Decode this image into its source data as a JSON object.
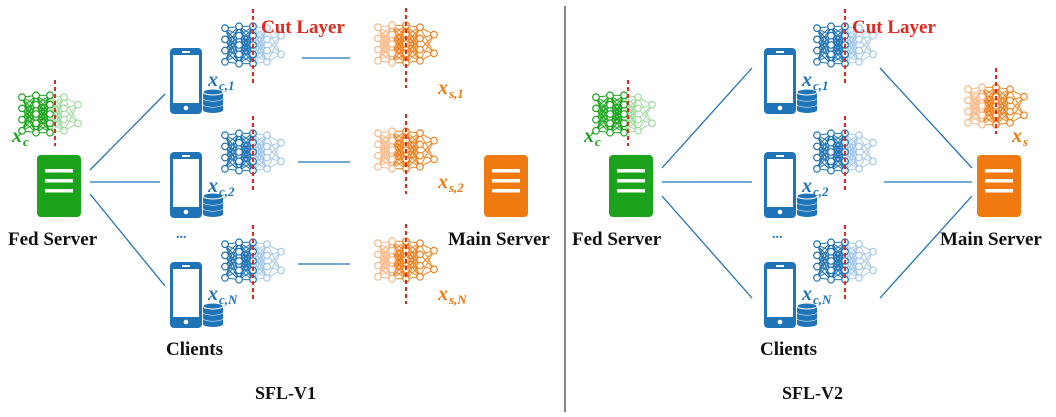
{
  "colors": {
    "client_blue": "#1f73b7",
    "client_blue_light": "#9fc4e6",
    "fed_green": "#1ba31b",
    "fed_green_light": "#9ad89a",
    "server_orange": "#f07a10",
    "server_orange_light": "#f6b98a",
    "cut_red": "#e02a1f",
    "line": "#1f73b7",
    "divider": "#333333"
  },
  "icons": [
    "phone-icon",
    "database-icon",
    "server-icon",
    "neural-network-icon"
  ],
  "v1": {
    "caption": "SFL-V1",
    "fed_server_label": "Fed Server",
    "main_server_label": "Main Server",
    "clients_label": "Clients",
    "cut_layer_label": "Cut Layer",
    "ellipsis": "...",
    "fed_model_var": {
      "base": "x",
      "sub": "c"
    },
    "client_vars": [
      {
        "base": "x",
        "sub": "c,1"
      },
      {
        "base": "x",
        "sub": "c,2"
      },
      {
        "base": "x",
        "sub": "c,N"
      }
    ],
    "server_vars": [
      {
        "base": "x",
        "sub": "s,1"
      },
      {
        "base": "x",
        "sub": "s,2"
      },
      {
        "base": "x",
        "sub": "s,N"
      }
    ]
  },
  "v2": {
    "caption": "SFL-V2",
    "fed_server_label": "Fed Server",
    "main_server_label": "Main Server",
    "clients_label": "Clients",
    "cut_layer_label": "Cut Layer",
    "ellipsis": "...",
    "fed_model_var": {
      "base": "x",
      "sub": "c"
    },
    "client_vars": [
      {
        "base": "x",
        "sub": "c,1"
      },
      {
        "base": "x",
        "sub": "c,2"
      },
      {
        "base": "x",
        "sub": "c,N"
      }
    ],
    "server_var": {
      "base": "x",
      "sub": "s"
    }
  }
}
